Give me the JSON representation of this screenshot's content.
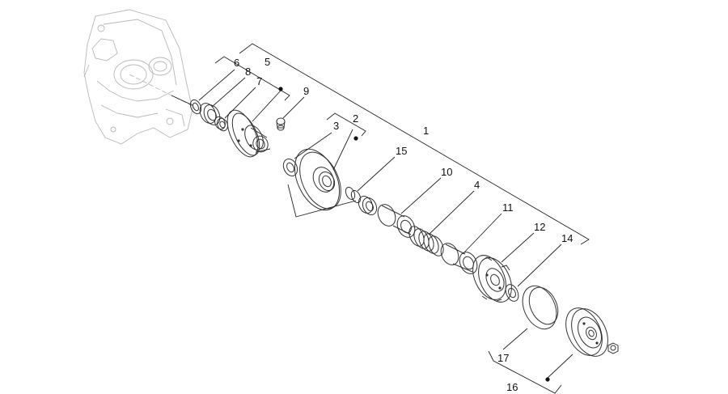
{
  "labels": {
    "l1": "1",
    "l2": "2",
    "l3": "3",
    "l4": "4",
    "l5": "5",
    "l6": "6",
    "l7": "7",
    "l8": "8",
    "l9": "9",
    "l10": "10",
    "l11": "11",
    "l12": "12",
    "l14": "14",
    "l15": "15",
    "l16": "16",
    "l17": "17"
  },
  "colors": {
    "ink": "#222222",
    "ghost": "#b8b8b8"
  }
}
